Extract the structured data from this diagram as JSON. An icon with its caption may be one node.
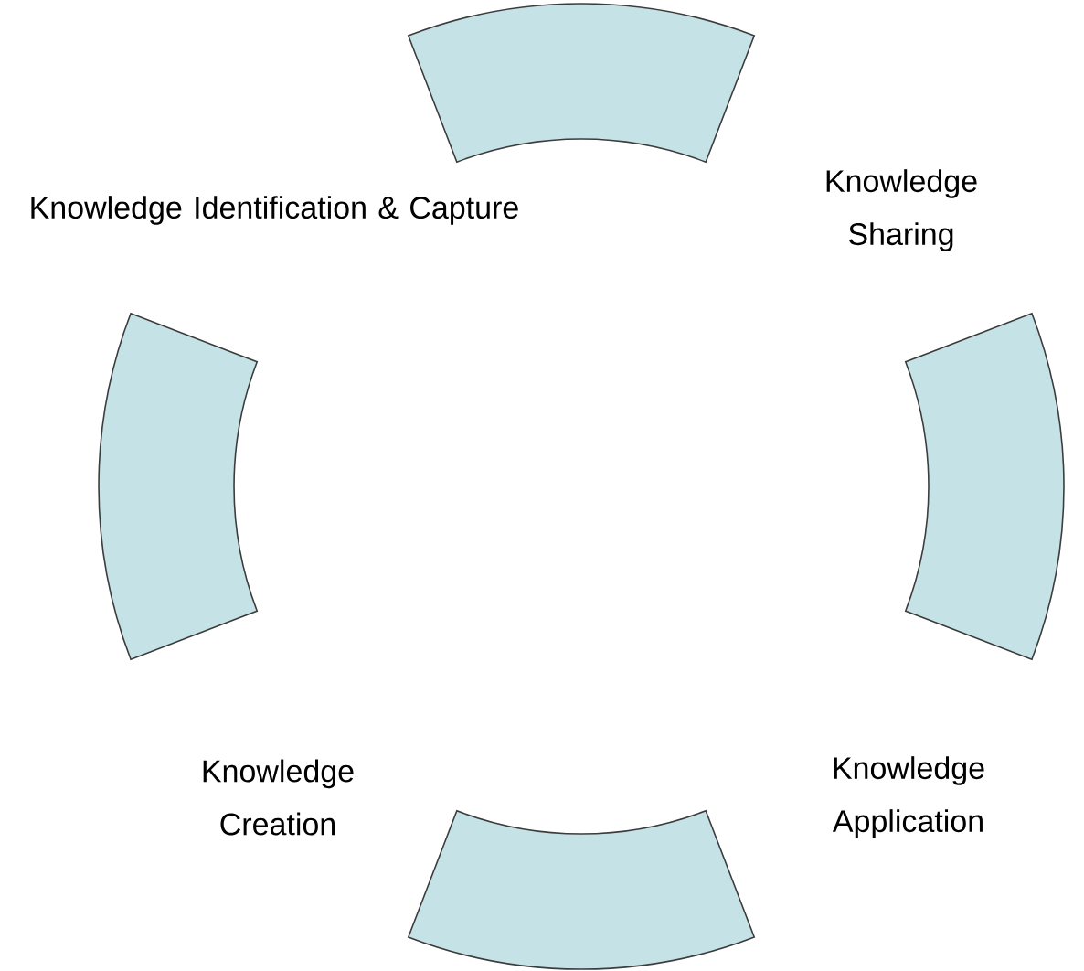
{
  "diagram": {
    "nodes": [
      {
        "text": [],
        "shape": "band"
      },
      {
        "text": [],
        "shape": "band"
      },
      {
        "text": [],
        "shape": "band"
      },
      {
        "text": [],
        "shape": "band"
      }
    ],
    "labels": [
      "Knowledge Identification & Capture",
      "Knowledge Sharing",
      "Knowledge Creation",
      "Knowledge Application"
    ]
  }
}
